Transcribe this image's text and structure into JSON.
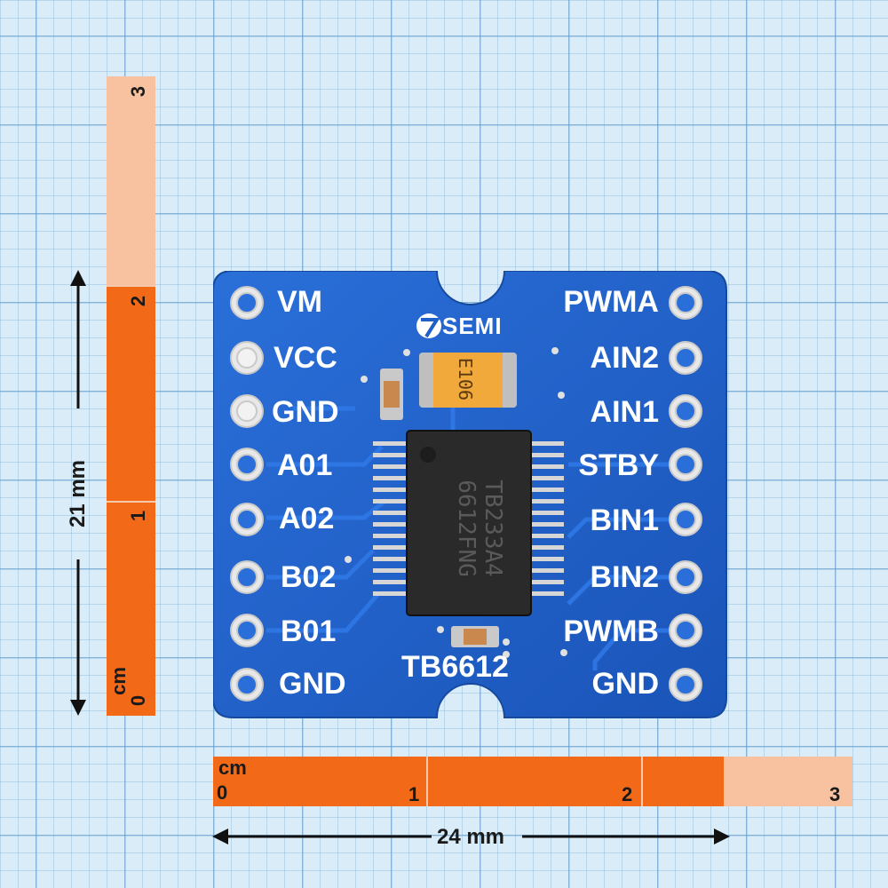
{
  "ruler_vertical": {
    "unit": "cm",
    "ticks": [
      "0",
      "1",
      "2",
      "3"
    ]
  },
  "ruler_horizontal": {
    "unit": "cm",
    "ticks": [
      "0",
      "1",
      "2",
      "3"
    ]
  },
  "dimension_height": "21 mm",
  "dimension_width": "24 mm",
  "board": {
    "brand": "SEMI",
    "title": "TB6612",
    "chip_marking_line1": "TB233A4",
    "chip_marking_line2": "6612FNG",
    "capacitor_marking": "E106",
    "left_pins": [
      "VM",
      "VCC",
      "GND",
      "A01",
      "A02",
      "B02",
      "B01",
      "GND"
    ],
    "right_pins": [
      "PWMA",
      "AIN2",
      "AIN1",
      "STBY",
      "BIN1",
      "BIN2",
      "PWMB",
      "GND"
    ]
  },
  "colors": {
    "pcb": "#1e5fc8",
    "ruler_dark": "#f26a18",
    "ruler_light": "#f8c2a0",
    "paper": "#d9ecf8"
  }
}
